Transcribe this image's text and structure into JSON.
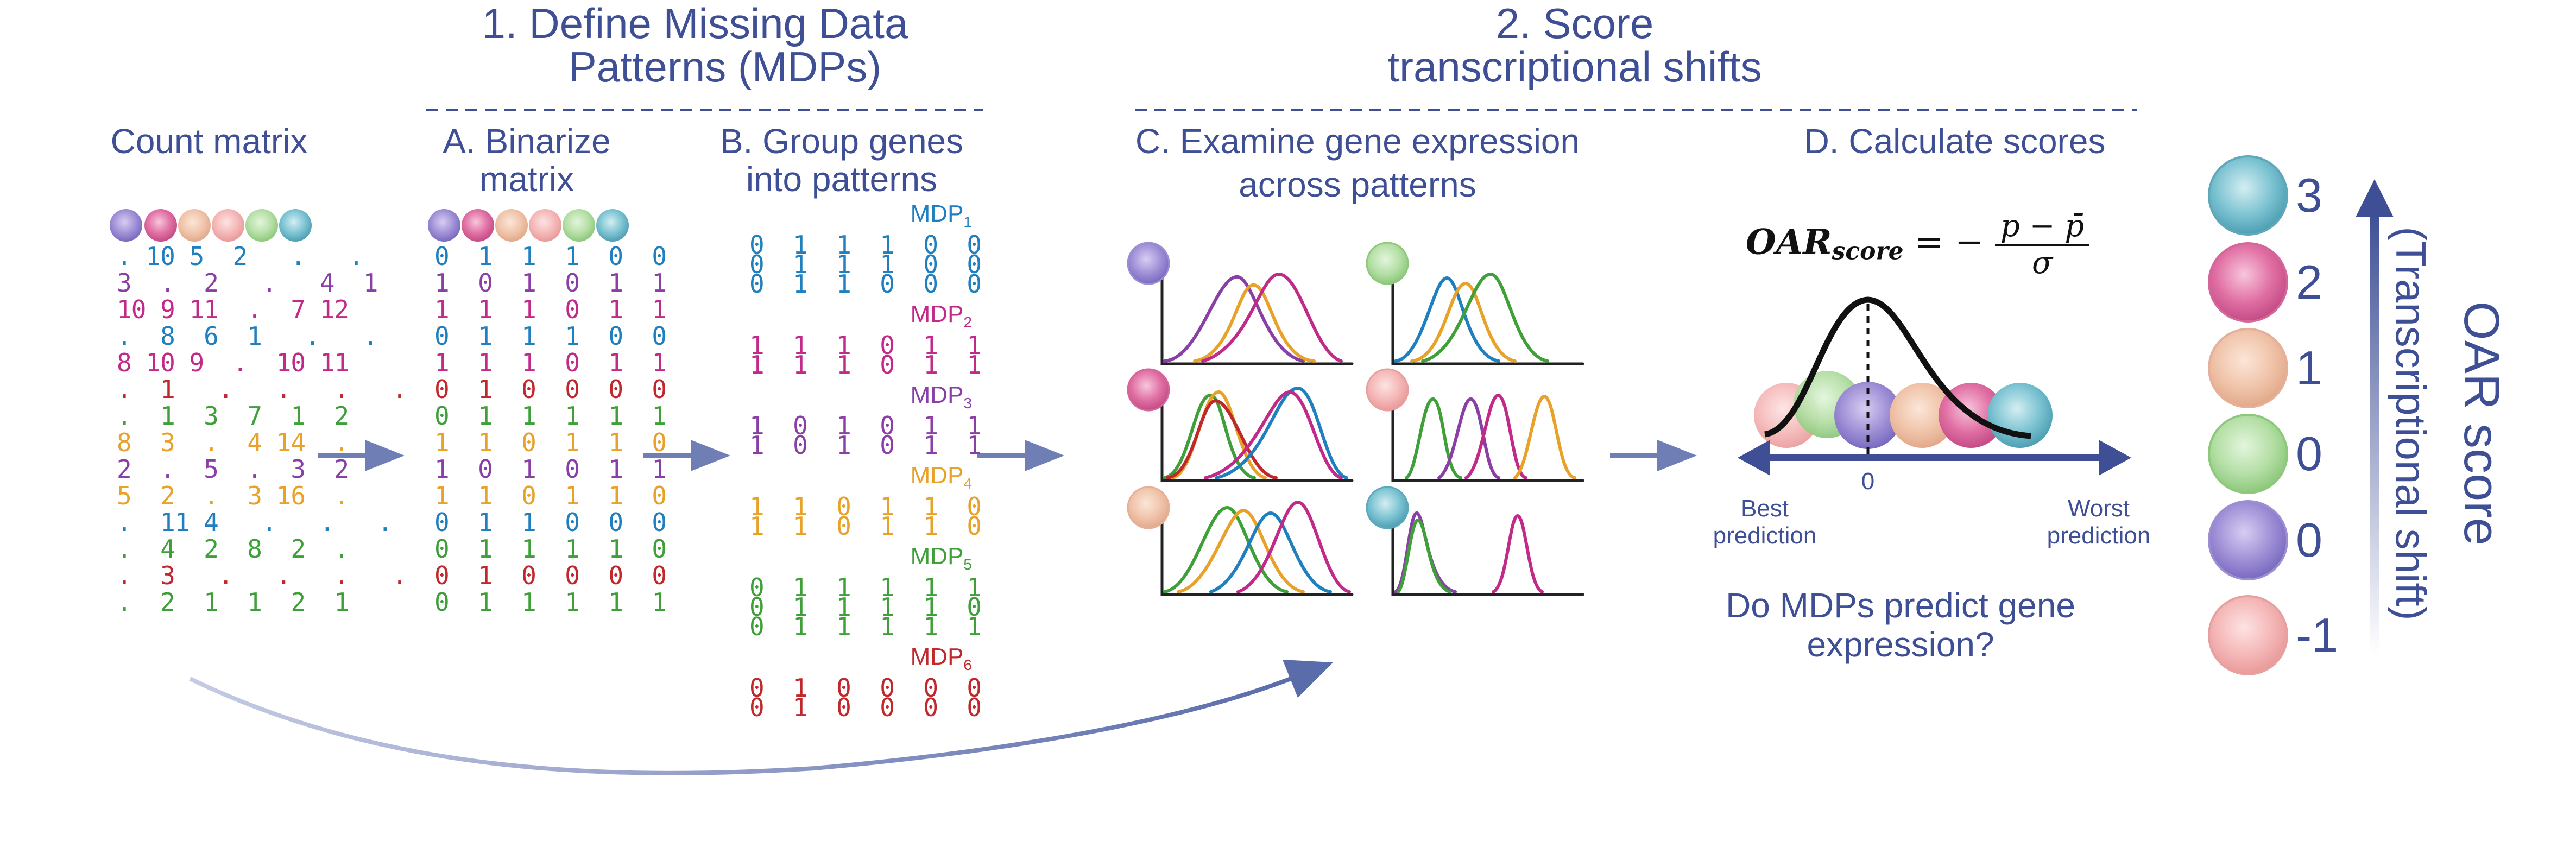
{
  "headers": {
    "h1_line1": "1.  Define Missing Data",
    "h1_line2": "Patterns (MDPs)",
    "h2_line1": "2. Score",
    "h2_line2": "transcriptional shifts"
  },
  "panels": {
    "count_title": "Count matrix",
    "a_title_1": "A. Binarize",
    "a_title_2": "matrix",
    "b_title_1": "B. Group genes",
    "b_title_2": "into patterns",
    "c_title_1": "C. Examine gene expression",
    "c_title_2": "across patterns",
    "d_title": "D. Calculate scores"
  },
  "count_matrix": [
    {
      "text": ". 10 5  2   .   .",
      "color": "#1f7fbf"
    },
    {
      "text": "3  .  2   .   4  1",
      "color": "#8a3fa6"
    },
    {
      "text": "10 9 11  .  7 12",
      "color": "#c22a8a"
    },
    {
      "text": ".  8  6  1   .   .",
      "color": "#1f7fbf"
    },
    {
      "text": "8 10 9  .  10 11",
      "color": "#c22a8a"
    },
    {
      "text": ".  1   .   .   .   .",
      "color": "#c0282c"
    },
    {
      "text": ".  1  3  7  1  2",
      "color": "#3fa03a"
    },
    {
      "text": "8  3  .  4 14  .",
      "color": "#e8a22a"
    },
    {
      "text": "2  .  5  .  3  2",
      "color": "#8a3fa6"
    },
    {
      "text": "5  2  .  3 16  .",
      "color": "#e8a22a"
    },
    {
      "text": ".  11 4   .   .   .",
      "color": "#1f7fbf"
    },
    {
      "text": ".  4  2  8  2  .",
      "color": "#3fa03a"
    },
    {
      "text": ".  3   .   .   .   .",
      "color": "#c0282c"
    },
    {
      "text": ".  2  1  1  2  1",
      "color": "#3fa03a"
    }
  ],
  "binary_matrix": [
    {
      "text": "0  1  1  1  0  0",
      "color": "#1f7fbf"
    },
    {
      "text": "1  0  1  0  1  1",
      "color": "#8a3fa6"
    },
    {
      "text": "1  1  1  0  1  1",
      "color": "#c22a8a"
    },
    {
      "text": "0  1  1  1  0  0",
      "color": "#1f7fbf"
    },
    {
      "text": "1  1  1  0  1  1",
      "color": "#c22a8a"
    },
    {
      "text": "0  1  0  0  0  0",
      "color": "#c0282c"
    },
    {
      "text": "0  1  1  1  1  1",
      "color": "#3fa03a"
    },
    {
      "text": "1  1  0  1  1  0",
      "color": "#e8a22a"
    },
    {
      "text": "1  0  1  0  1  1",
      "color": "#8a3fa6"
    },
    {
      "text": "1  1  0  1  1  0",
      "color": "#e8a22a"
    },
    {
      "text": "0  1  1  0  0  0",
      "color": "#1f7fbf"
    },
    {
      "text": "0  1  1  1  1  0",
      "color": "#3fa03a"
    },
    {
      "text": "0  1  0  0  0  0",
      "color": "#c0282c"
    },
    {
      "text": "0  1  1  1  1  1",
      "color": "#3fa03a"
    }
  ],
  "patterns": [
    {
      "label": "MDP",
      "sub": "1",
      "color": "#1f7fbf",
      "rows": [
        "0  1  1  1  0  0",
        "0  1  1  1  0  0",
        "0  1  1  0  0  0"
      ]
    },
    {
      "label": "MDP",
      "sub": "2",
      "color": "#c22a8a",
      "rows": [
        "1  1  1  0  1  1",
        "1  1  1  0  1  1"
      ]
    },
    {
      "label": "MDP",
      "sub": "3",
      "color": "#8a3fa6",
      "rows": [
        "1  0  1  0  1  1",
        "1  0  1  0  1  1"
      ]
    },
    {
      "label": "MDP",
      "sub": "4",
      "color": "#e8a22a",
      "rows": [
        "1  1  0  1  1  0",
        "1  1  0  1  1  0"
      ]
    },
    {
      "label": "MDP",
      "sub": "5",
      "color": "#3fa03a",
      "rows": [
        "0  1  1  1  1  1",
        "0  1  1  1  1  0",
        "0  1  1  1  1  1"
      ]
    },
    {
      "label": "MDP",
      "sub": "6",
      "color": "#c0282c",
      "rows": [
        "0  1  0  0  0  0",
        "0  1  0  0  0  0"
      ]
    }
  ],
  "formula": "OAR_score = -(p - p̄)/σ",
  "axis": {
    "zero": "0",
    "best_1": "Best",
    "best_2": "prediction",
    "worst_1": "Worst",
    "worst_2": "prediction"
  },
  "question_1": "Do MDPs predict gene",
  "question_2": "expression?",
  "oar_scale": {
    "title": "OAR score",
    "subtitle": "(Transcriptional shift)",
    "ranks": [
      {
        "value": "3",
        "cell": "teal"
      },
      {
        "value": "2",
        "cell": "magenta"
      },
      {
        "value": "1",
        "cell": "peach"
      },
      {
        "value": "0",
        "cell": "green"
      },
      {
        "value": "0",
        "cell": "purple"
      },
      {
        "value": "-1",
        "cell": "pink"
      }
    ]
  },
  "colors": {
    "navy": "#3e4f96",
    "blue": "#1f7fbf",
    "purple": "#8a3fa6",
    "magenta": "#c22a8a",
    "red": "#c0282c",
    "green": "#3fa03a",
    "orange": "#e8a22a"
  }
}
